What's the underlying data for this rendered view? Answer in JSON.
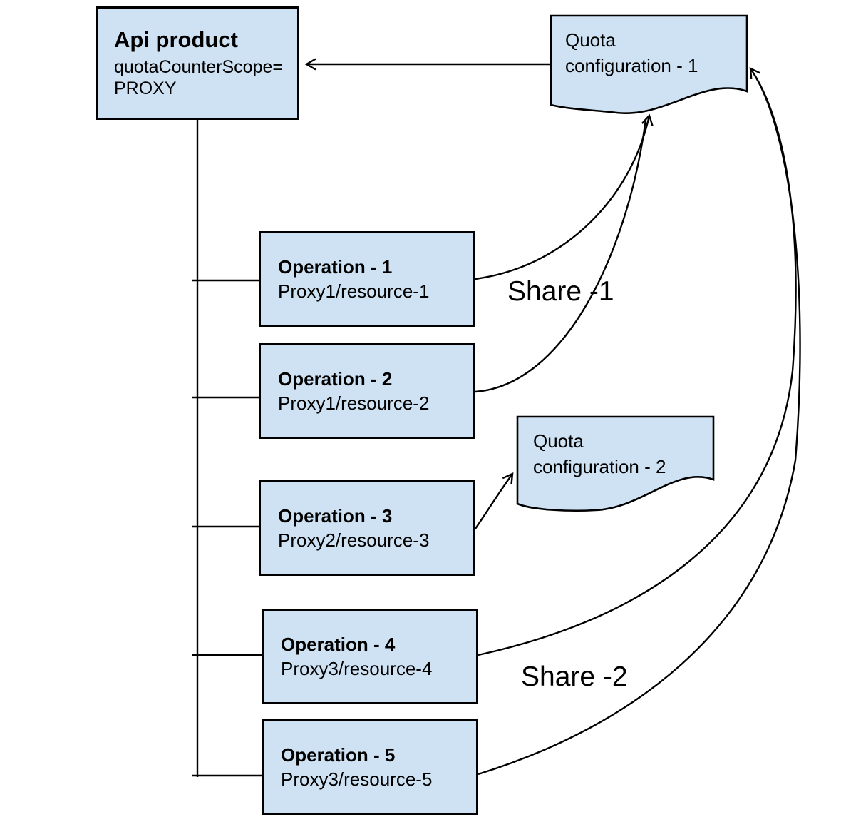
{
  "diagram": {
    "api_product": {
      "title": "Api product",
      "attribute": "quotaCounterScope=",
      "attribute_value": "PROXY"
    },
    "quota_configs": [
      {
        "line1": "Quota",
        "line2": "configuration - 1"
      },
      {
        "line1": "Quota",
        "line2": "configuration - 2"
      }
    ],
    "operations": [
      {
        "title": "Operation - 1",
        "path": "Proxy1/resource-1"
      },
      {
        "title": "Operation - 2",
        "path": "Proxy1/resource-2"
      },
      {
        "title": "Operation - 3",
        "path": "Proxy2/resource-3"
      },
      {
        "title": "Operation - 4",
        "path": "Proxy3/resource-4"
      },
      {
        "title": "Operation - 5",
        "path": "Proxy3/resource-5"
      }
    ],
    "edge_labels": [
      {
        "text": "Share -1"
      },
      {
        "text": "Share -2"
      }
    ],
    "colors": {
      "node_fill": "#cfe2f3",
      "node_border": "#000000",
      "connector": "#000000",
      "text": "#000000",
      "background": "#ffffff"
    }
  }
}
